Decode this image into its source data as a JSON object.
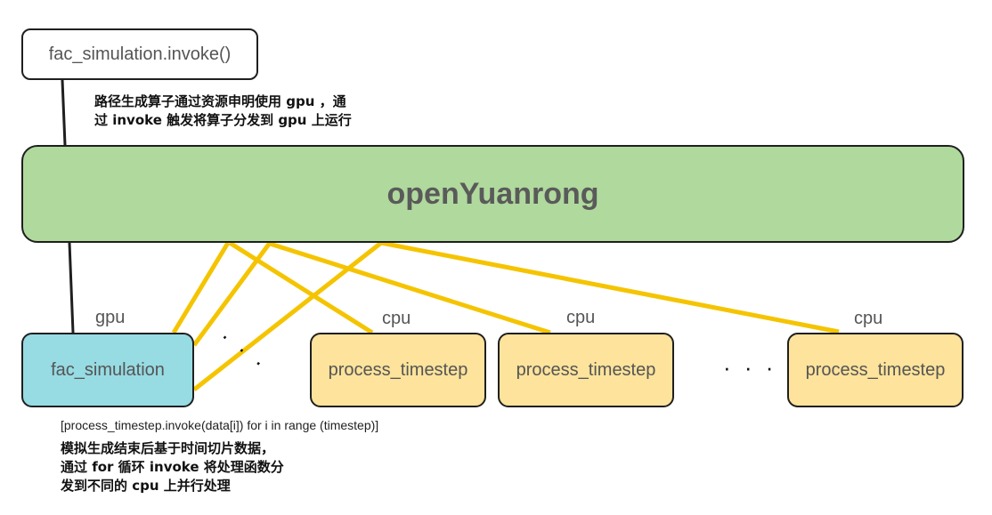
{
  "nodes": {
    "invoke_call": "fac_simulation.invoke()",
    "runtime": "openYuanrong",
    "fac_simulation": "fac_simulation",
    "process_1": "process_timestep",
    "process_2": "process_timestep",
    "process_3": "process_timestep"
  },
  "resource_labels": {
    "gpu": "gpu",
    "cpu_1": "cpu",
    "cpu_2": "cpu",
    "cpu_3": "cpu"
  },
  "annotations": {
    "gpu_note": "路径生成算子通过资源申明使用 gpu ，通\n过 invoke 触发将算子分发到 gpu 上运行",
    "code_line": "[process_timestep.invoke(data[i]) for i in range (timestep)]",
    "cpu_note": "模拟生成结束后基于时间切片数据，\n通过 for 循环 invoke 将处理函数分\n发到不同的 cpu 上并行处理"
  },
  "ellipses": {
    "diagonal": "· · ·",
    "row": "· · ·"
  },
  "colors": {
    "runtime_fill": "#b0d99d",
    "fac_fill": "#97dbe3",
    "process_fill": "#fde39b",
    "link_yellow": "#f5c400",
    "link_black": "#1f1f1f"
  }
}
